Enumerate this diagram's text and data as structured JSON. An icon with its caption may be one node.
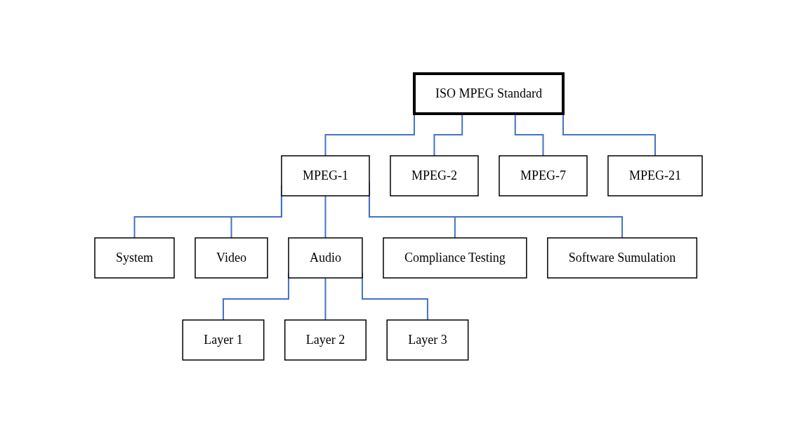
{
  "diagram": {
    "nodes": [
      {
        "text": [
          "ISO MPEG Standard"
        ]
      },
      {
        "text": [
          "MPEG-1"
        ]
      },
      {
        "text": [
          "MPEG-2"
        ]
      },
      {
        "text": [
          "MPEG-7"
        ]
      },
      {
        "text": [
          "MPEG-21"
        ]
      },
      {
        "text": [
          "System"
        ]
      },
      {
        "text": [
          "Video"
        ]
      },
      {
        "text": [
          "Audio"
        ]
      },
      {
        "text": [
          "Compliance Testing"
        ]
      },
      {
        "text": [
          "Software Sumulation"
        ]
      },
      {
        "text": [
          "Layer 1"
        ]
      },
      {
        "text": [
          "Layer 2"
        ]
      },
      {
        "text": [
          "Layer 3"
        ]
      }
    ],
    "edges": [
      {
        "from": 0,
        "to": 1,
        "arrow": "none"
      },
      {
        "from": 0,
        "to": 2,
        "arrow": "none"
      },
      {
        "from": 0,
        "to": 3,
        "arrow": "none"
      },
      {
        "from": 0,
        "to": 4,
        "arrow": "none"
      },
      {
        "from": 1,
        "to": 5,
        "arrow": "none"
      },
      {
        "from": 1,
        "to": 6,
        "arrow": "none"
      },
      {
        "from": 1,
        "to": 7,
        "arrow": "none"
      },
      {
        "from": 1,
        "to": 8,
        "arrow": "none"
      },
      {
        "from": 1,
        "to": 9,
        "arrow": "none"
      },
      {
        "from": 7,
        "to": 10,
        "arrow": "none"
      },
      {
        "from": 7,
        "to": 11,
        "arrow": "none"
      },
      {
        "from": 7,
        "to": 12,
        "arrow": "none"
      }
    ]
  }
}
